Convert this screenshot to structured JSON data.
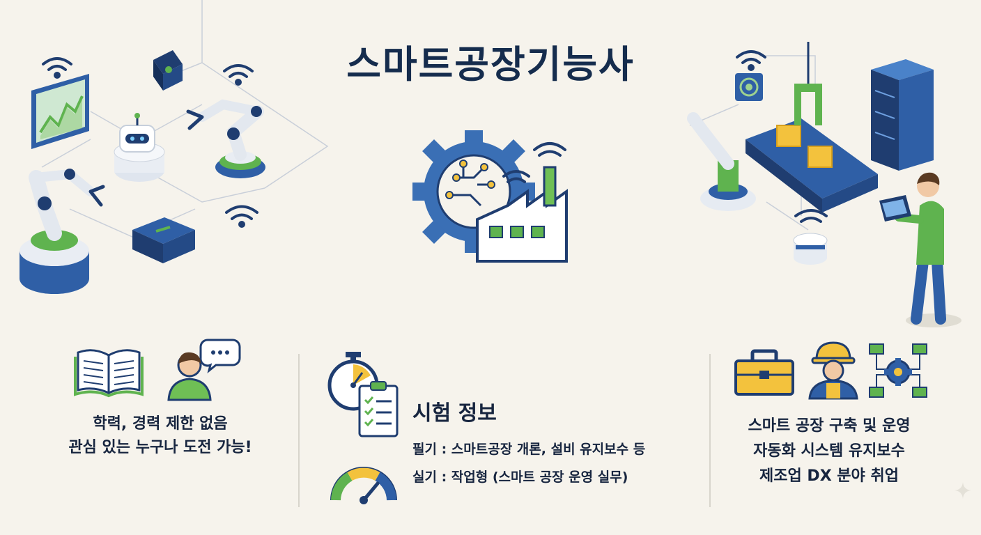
{
  "title": "스마트공장기능사",
  "eligibility": {
    "lines": [
      "학력, 경력 제한 없음",
      "관심 있는 누구나 도전 가능!"
    ],
    "icons": [
      "open-book-icon",
      "person-speech-icon"
    ]
  },
  "exam": {
    "heading": "시험 정보",
    "written": "필기 : 스마트공장 개론, 설비 유지보수 등",
    "practical": "실기 : 작업형 (스마트 공장 운영 실무)",
    "icons": [
      "stopwatch-icon",
      "checklist-icon",
      "gauge-icon"
    ]
  },
  "career": {
    "lines": [
      "스마트 공장 구축 및 운영",
      "자동화 시스템 유지보수",
      "제조업 DX 분야 취업"
    ],
    "icons": [
      "toolbox-icon",
      "worker-icon",
      "network-gear-icon"
    ]
  },
  "colors": {
    "navy": "#152c4d",
    "blue": "#2f5fa6",
    "green": "#5fb34f",
    "yellow": "#f3c23d",
    "background": "#f6f3ec"
  }
}
